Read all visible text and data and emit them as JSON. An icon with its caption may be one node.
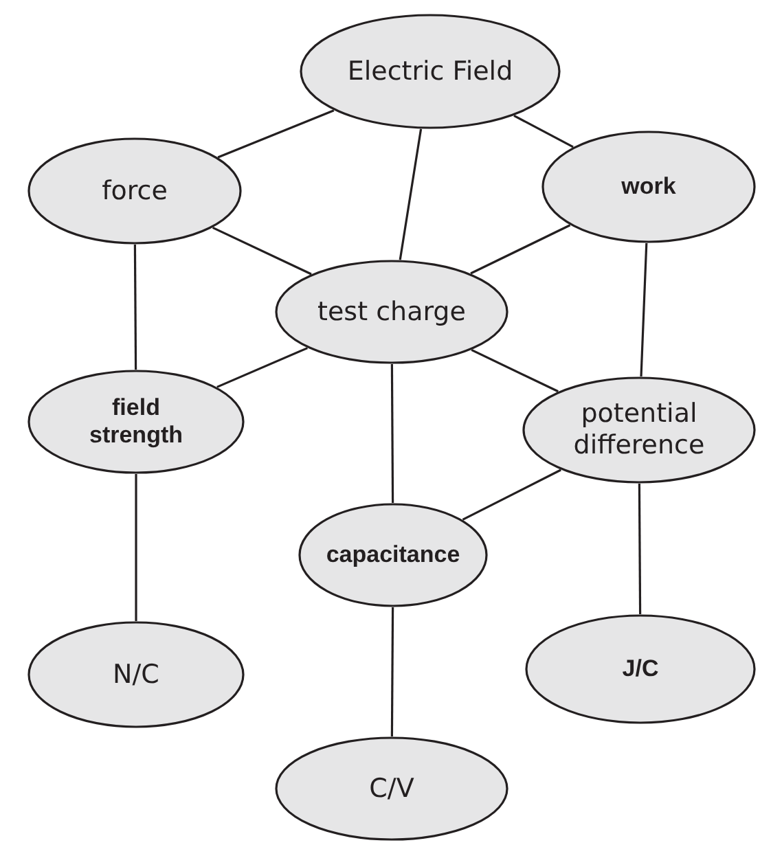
{
  "diagram": {
    "nodes": [
      {
        "text": [
          "Electric Field"
        ]
      },
      {
        "text": [
          "force"
        ]
      },
      {
        "text": [
          "work"
        ]
      },
      {
        "text": [
          "test charge"
        ]
      },
      {
        "text": [
          "field strength"
        ]
      },
      {
        "text": [
          "potential difference"
        ]
      },
      {
        "text": [
          "capacitance"
        ]
      },
      {
        "text": [
          "N/C"
        ]
      },
      {
        "text": [
          "J/C"
        ]
      },
      {
        "text": [
          "C/V"
        ]
      }
    ],
    "edges": [
      {
        "from": 0,
        "to": 1,
        "arrow": "none"
      },
      {
        "from": 0,
        "to": 2,
        "arrow": "none"
      },
      {
        "from": 0,
        "to": 3,
        "arrow": "none"
      },
      {
        "from": 1,
        "to": 3,
        "arrow": "none"
      },
      {
        "from": 2,
        "to": 3,
        "arrow": "none"
      },
      {
        "from": 1,
        "to": 4,
        "arrow": "none"
      },
      {
        "from": 2,
        "to": 5,
        "arrow": "none"
      },
      {
        "from": 3,
        "to": 4,
        "arrow": "none"
      },
      {
        "from": 3,
        "to": 5,
        "arrow": "none"
      },
      {
        "from": 3,
        "to": 6,
        "arrow": "none"
      },
      {
        "from": 5,
        "to": 6,
        "arrow": "none"
      },
      {
        "from": 4,
        "to": 7,
        "arrow": "none"
      },
      {
        "from": 5,
        "to": 8,
        "arrow": "none"
      },
      {
        "from": 6,
        "to": 9,
        "arrow": "none"
      }
    ]
  }
}
